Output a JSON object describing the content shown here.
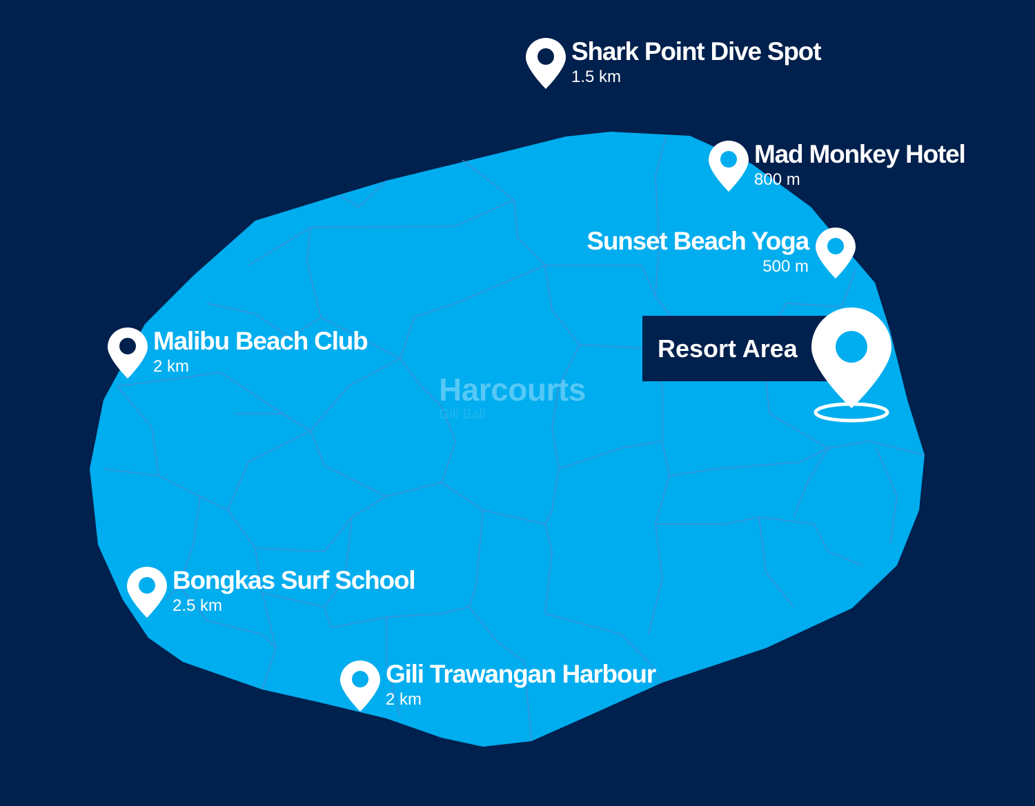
{
  "colors": {
    "background": "#00204d",
    "land": "#00adee",
    "land_borders": "#3f8fd8",
    "pin": "#ffffff",
    "pin_hole_dark": "#00204d",
    "pin_hole_light": "#00adee"
  },
  "brand": {
    "name": "Harcourts",
    "subtitle": "Gili Bali"
  },
  "resort": {
    "label": "Resort Area",
    "icon": "location-pin-icon"
  },
  "points_of_interest": [
    {
      "name": "Shark Point Dive Spot",
      "distance": "1.5 km",
      "icon": "location-pin-icon"
    },
    {
      "name": "Mad Monkey Hotel",
      "distance": "800 m",
      "icon": "location-pin-icon"
    },
    {
      "name": "Sunset Beach Yoga",
      "distance": "500 m",
      "icon": "location-pin-icon"
    },
    {
      "name": "Malibu Beach Club",
      "distance": "2 km",
      "icon": "location-pin-icon"
    },
    {
      "name": "Bongkas Surf School",
      "distance": "2.5 km",
      "icon": "location-pin-icon"
    },
    {
      "name": "Gili Trawangan Harbour",
      "distance": "2 km",
      "icon": "location-pin-icon"
    }
  ]
}
